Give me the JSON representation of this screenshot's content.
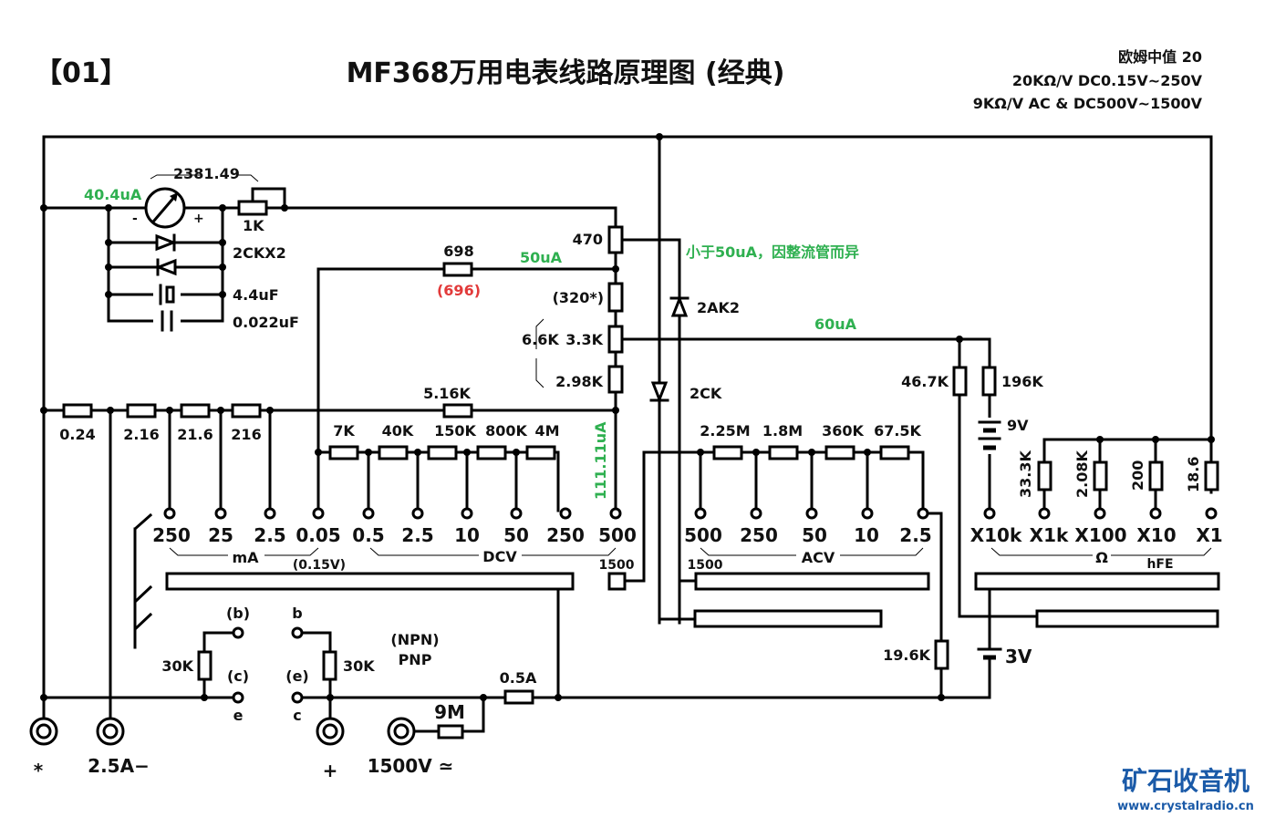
{
  "header": {
    "index_label": "【01】",
    "title": "MF368万用电表线路原理图 (经典)",
    "spec_lines": [
      "欧姆中值 20",
      "20KΩ/V DC0.15V~250V",
      "9KΩ/V AC & DC500V~1500V"
    ]
  },
  "meter": {
    "current_label": "40.4uA",
    "resistance_label": "2381.49",
    "minus": "-",
    "plus": "+",
    "pot_label": "1K",
    "diodes_label": "2CKX2",
    "cap1_label": "4.4uF",
    "cap2_label": "0.022uF"
  },
  "shunt_chain": {
    "r470": "470",
    "r698": "698",
    "r698_alt": "(696)",
    "current_50": "50uA",
    "r320": "(320*)",
    "bracket_label": "6.6K",
    "r3_3k": "3.3K",
    "r2_98k": "2.98K",
    "r5_16k": "5.16K",
    "current_111": "111.11uA",
    "current_60": "60uA",
    "note_green": "小于50uA，因整流管而异"
  },
  "rectifier": {
    "d1": "2AK2",
    "d2": "2CK"
  },
  "ma_range": {
    "resistors": [
      "0.24",
      "2.16",
      "21.6",
      "216"
    ],
    "terminals": [
      "250",
      "25",
      "2.5",
      "0.05"
    ],
    "group_label": "mA",
    "sub_label": "(0.15V)"
  },
  "dcv_range": {
    "resistors": [
      "7K",
      "40K",
      "150K",
      "800K",
      "4M"
    ],
    "terminals": [
      "0.5",
      "2.5",
      "10",
      "50",
      "250",
      "500"
    ],
    "group_label": "DCV",
    "extra": "1500"
  },
  "acv_range": {
    "resistors": [
      "2.25M",
      "1.8M",
      "360K",
      "67.5K"
    ],
    "terminals": [
      "500",
      "250",
      "50",
      "10",
      "2.5"
    ],
    "group_label": "ACV",
    "extra": "1500"
  },
  "ohm_range": {
    "r46_7k": "46.7K",
    "r196k": "196K",
    "battery_9v": "9V",
    "resistors": [
      "33.3K",
      "2.08K",
      "200",
      "18.6"
    ],
    "terminals": [
      "X10k",
      "X1k",
      "X100",
      "X10",
      "X1"
    ],
    "group_label": "Ω",
    "hfe_label": "hFE",
    "r19_6k": "19.6K",
    "battery_3v": "3V"
  },
  "transistor": {
    "left_b": "(b)",
    "left_c": "(c)",
    "left_e": "e",
    "left_r": "30K",
    "right_b": "b",
    "right_e": "(e)",
    "right_c": "c",
    "right_r": "30K",
    "type_npn": "(NPN)",
    "type_pnp": "PNP"
  },
  "jacks": {
    "common": "*",
    "amp": "2.5A−",
    "plus": "+",
    "hv": "1500V ≃",
    "r9m": "9M",
    "fuse": "0.5A"
  },
  "logo": {
    "cn": "矿石收音机",
    "url": "www.crystalradio.cn"
  }
}
